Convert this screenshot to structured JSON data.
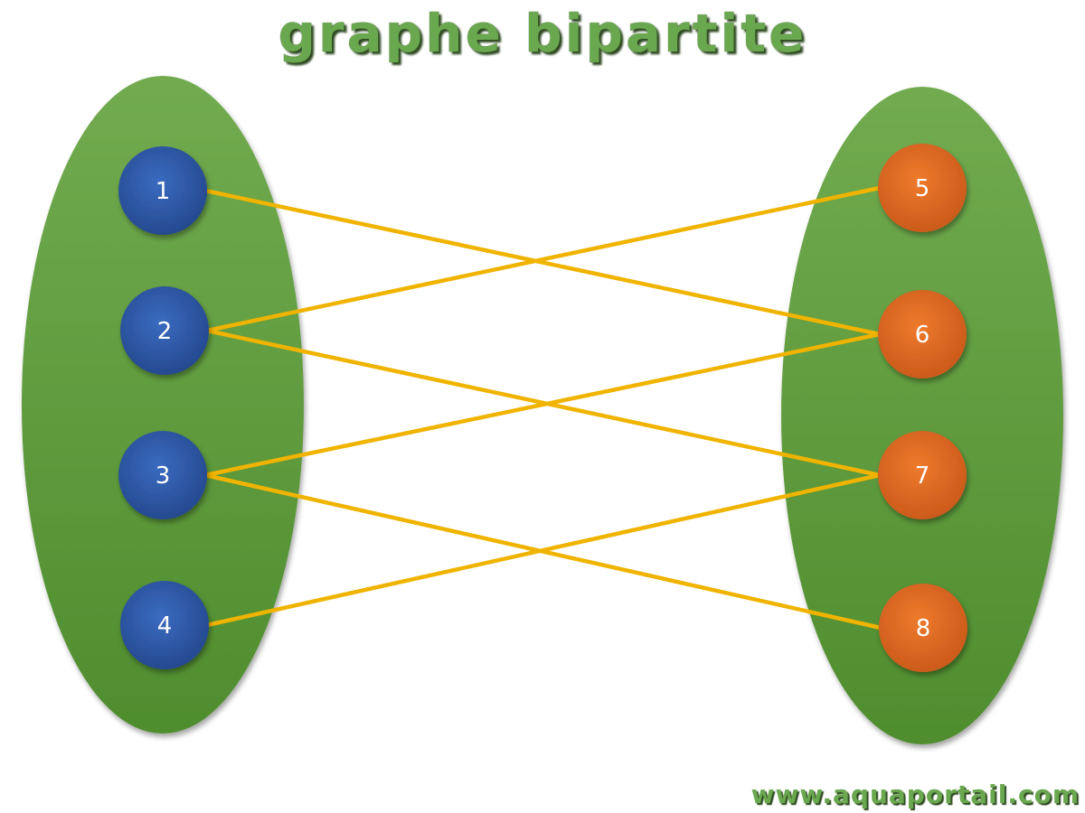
{
  "title": "graphe bipartite",
  "watermark": "www.aquaportail.com",
  "colors": {
    "title_green": "#6aa84f",
    "set_green": "#5f9e3a",
    "left_node_blue": "#2e59a8",
    "right_node_orange": "#e06a20",
    "edge_gold": "#f0b400"
  },
  "left_set": {
    "nodes": [
      {
        "id": "1",
        "label": "1"
      },
      {
        "id": "2",
        "label": "2"
      },
      {
        "id": "3",
        "label": "3"
      },
      {
        "id": "4",
        "label": "4"
      }
    ]
  },
  "right_set": {
    "nodes": [
      {
        "id": "5",
        "label": "5"
      },
      {
        "id": "6",
        "label": "6"
      },
      {
        "id": "7",
        "label": "7"
      },
      {
        "id": "8",
        "label": "8"
      }
    ]
  },
  "edges": [
    {
      "from": "1",
      "to": "6"
    },
    {
      "from": "2",
      "to": "5"
    },
    {
      "from": "2",
      "to": "7"
    },
    {
      "from": "3",
      "to": "6"
    },
    {
      "from": "3",
      "to": "8"
    },
    {
      "from": "4",
      "to": "7"
    }
  ]
}
